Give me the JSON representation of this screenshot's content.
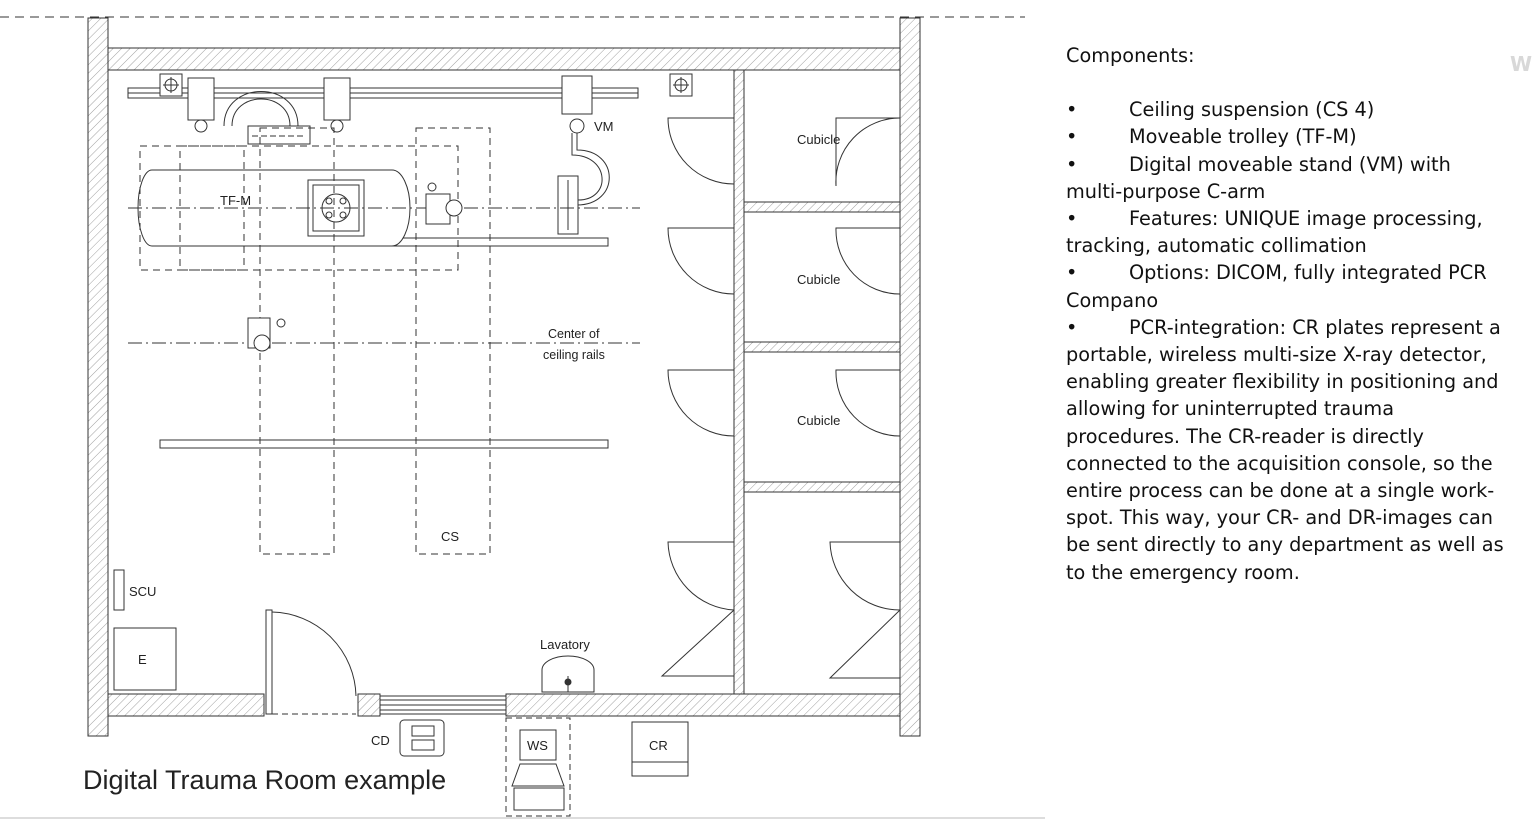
{
  "diagram": {
    "title": "Digital Trauma Room example",
    "labels": {
      "tfm": "TF-M",
      "vm": "VM",
      "cs": "CS",
      "center_line1": "Center of",
      "center_line2": "ceiling rails",
      "cubicle1": "Cubicle",
      "cubicle2": "Cubicle",
      "cubicle3": "Cubicle",
      "scu": "SCU",
      "e": "E",
      "lavatory": "Lavatory",
      "cd": "CD",
      "ws": "WS",
      "cr": "CR"
    }
  },
  "components": {
    "heading": "Components:",
    "bullet_symbol": "•",
    "items": [
      "Ceiling suspension (CS 4)",
      "Moveable trolley (TF-M)",
      "Digital moveable stand (VM) with multi-purpose C-arm",
      "Features: UNIQUE image processing, tracking, automatic collimation",
      "Options: DICOM, fully integrated PCR Compano",
      "PCR-integration: CR plates represent a portable, wireless multi-size X-ray detector, enabling greater flexibility in positioning and allowing for uninterrupted trauma procedures. The CR-reader is directly connected to the acquisition console, so the entire process can be done at a single work-spot. This way, your CR- and DR-images can be sent directly to any department as well as to the emergency room."
    ]
  },
  "colors": {
    "line": "#333333",
    "hatch": "#9a9a9a",
    "text": "#111111"
  },
  "icons": {
    "bullet": "bullet-icon",
    "sink": "sink-icon",
    "ceiling_mount": "ceiling-mount-icon"
  }
}
